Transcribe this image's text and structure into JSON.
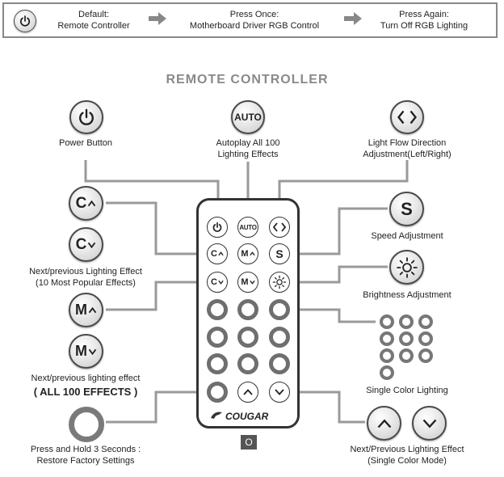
{
  "header": {
    "step1": {
      "title": "Default:",
      "text": "Remote Controller"
    },
    "step2": {
      "title": "Press Once:",
      "text": "Motherboard Driver RGB Control"
    },
    "step3": {
      "title": "Press Again:",
      "text": "Turn Off RGB Lighting"
    }
  },
  "heading": "REMOTE CONTROLLER",
  "labels": {
    "power": "Power Button",
    "autoplay_1": "Autoplay All 100",
    "autoplay_2": "Lighting Effects",
    "lightflow_1": "Light Flow Direction",
    "lightflow_2": "Adjustment(Left/Right)",
    "speed": "Speed Adjustment",
    "brightness": "Brightness Adjustment",
    "ten_effects_1": "Next/previous Lighting Effect",
    "ten_effects_2": "(10 Most Popular Effects)",
    "all_effects_1": "Next/previous lighting effect",
    "all_effects_2": "( ALL 100 EFFECTS )",
    "restore_1": "Press and Hold 3 Seconds :",
    "restore_2": "Restore Factory Settings",
    "single_color": "Single Color Lighting",
    "single_mode_1": "Next/Previous Lighting Effect",
    "single_mode_2": "(Single Color Mode)"
  },
  "button_text": {
    "auto": "AUTO",
    "c": "C",
    "m": "M",
    "s": "S"
  },
  "brand": "COUGAR",
  "indicator": "O",
  "icons": [
    "power-icon",
    "auto-icon",
    "left-right-icon",
    "c-up-icon",
    "c-down-icon",
    "m-up-icon",
    "m-down-icon",
    "speed-icon",
    "brightness-icon",
    "up-arrow-icon",
    "down-arrow-icon"
  ],
  "colors": {
    "line": "#9a9a9a",
    "ring": "#777777",
    "dark": "#333333",
    "indicator_bg": "#555555"
  }
}
